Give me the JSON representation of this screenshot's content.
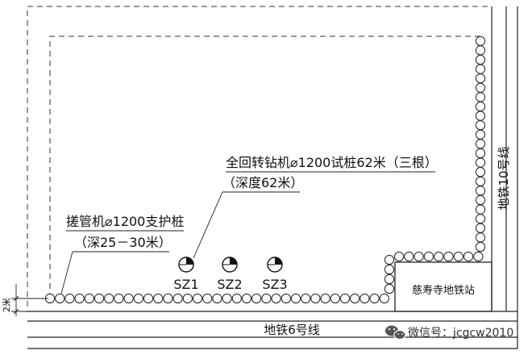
{
  "labels": {
    "rotary_line1": "全回转钻机⌀1200试桩62米（三根）",
    "rotary_line2": "（深度62米）",
    "oscillator_line1": "搓管机⌀1200支护桩",
    "oscillator_line2": "（深25－30米）",
    "metro_line_6": "地铁6号线",
    "metro_line_10": "地铁10号线",
    "station": "慈寿寺地铁站",
    "offset_dimension": "2米"
  },
  "test_piles": [
    {
      "id": "SZ1"
    },
    {
      "id": "SZ2"
    },
    {
      "id": "SZ3"
    }
  ],
  "watermark": {
    "text": "微信号：jcgcw2010",
    "icon": "wechat-icon"
  },
  "colors": {
    "line": "#222222",
    "background": "#ffffff"
  }
}
